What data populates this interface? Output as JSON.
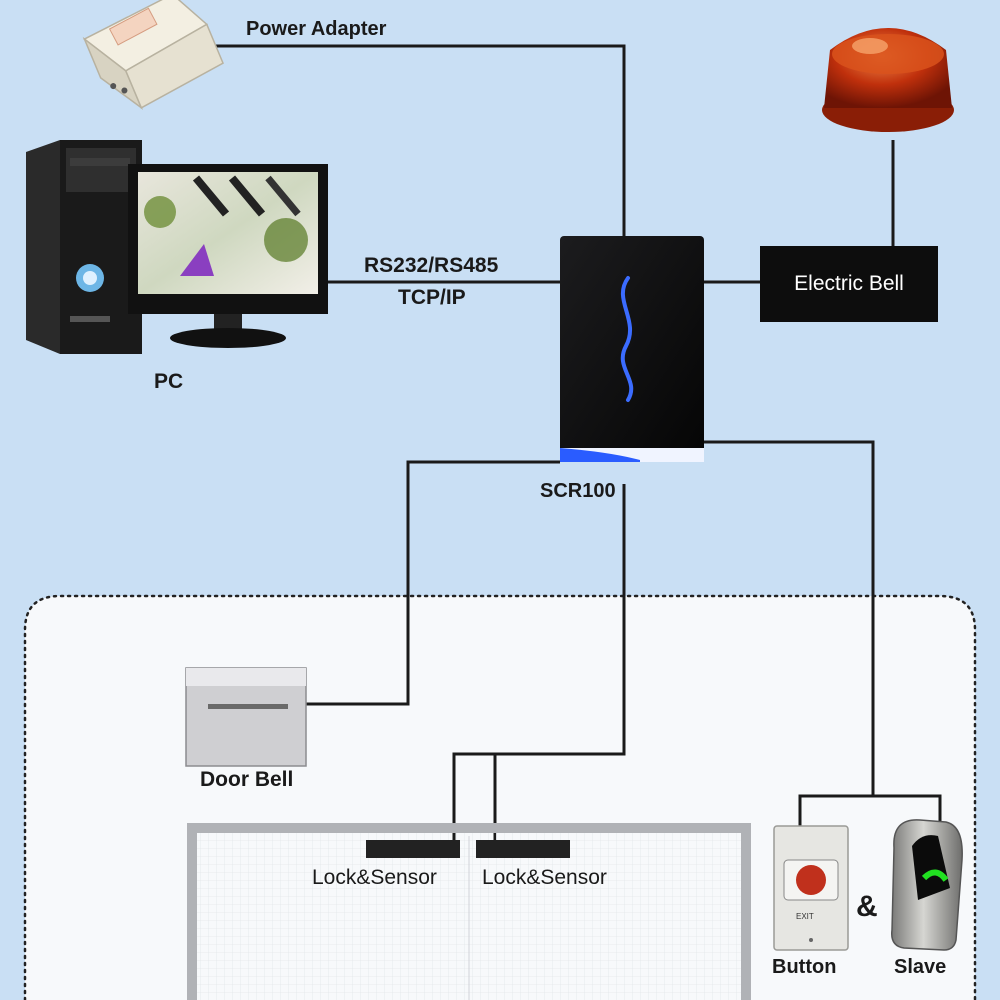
{
  "labels": {
    "power_adapter": "Power Adapter",
    "pc": "PC",
    "link_serial": "RS232/RS485",
    "link_tcp": "TCP/IP",
    "reader": "SCR100",
    "electric_bell": "Electric Bell",
    "door_bell": "Door Bell",
    "lock_sensor_left": "Lock&Sensor",
    "lock_sensor_right": "Lock&Sensor",
    "button": "Button",
    "ampersand": "&",
    "slave": "Slave",
    "exit_button_text": "EXIT"
  },
  "colors": {
    "background": "#c9dff4",
    "door_area": "#f7f9fb",
    "wire": "#1a1a1a",
    "bell_box": "#0d0d0d",
    "siren": "#c0300c",
    "reader_led": "#3b6cff"
  }
}
